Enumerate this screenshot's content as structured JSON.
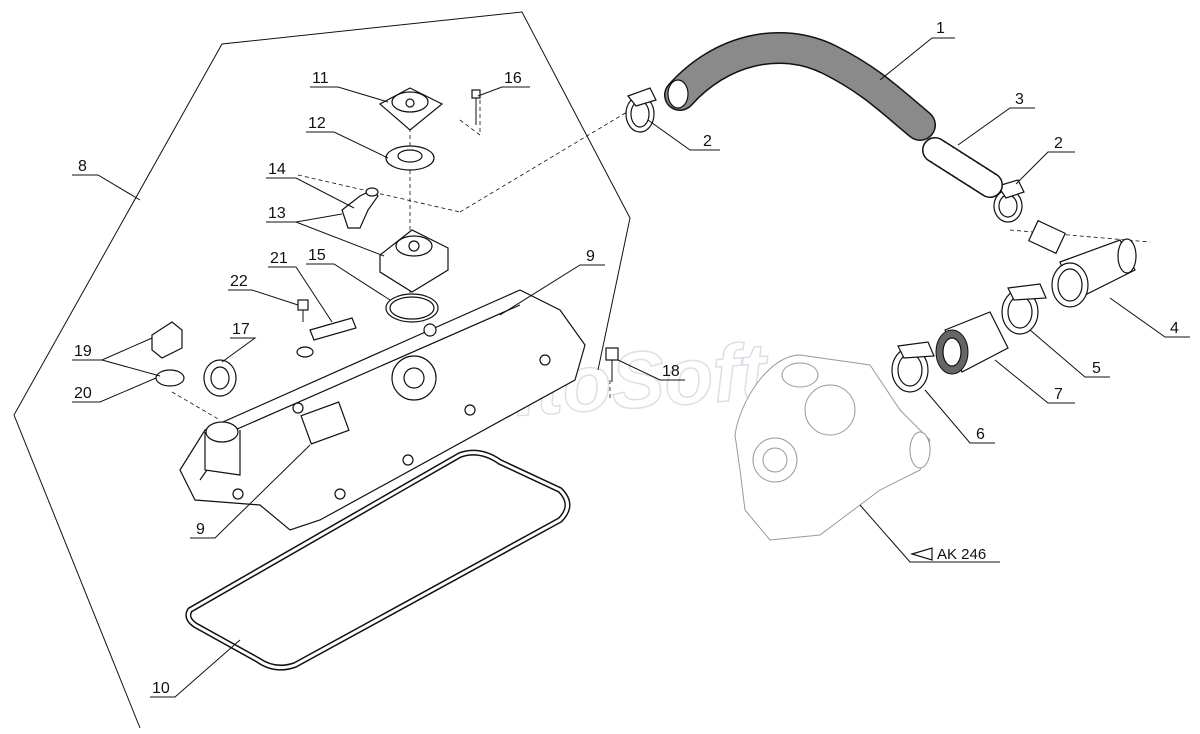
{
  "diagram": {
    "callouts": [
      {
        "id": "c1",
        "label": "1"
      },
      {
        "id": "c2a",
        "label": "2"
      },
      {
        "id": "c2b",
        "label": "2"
      },
      {
        "id": "c3",
        "label": "3"
      },
      {
        "id": "c4",
        "label": "4"
      },
      {
        "id": "c5",
        "label": "5"
      },
      {
        "id": "c6",
        "label": "6"
      },
      {
        "id": "c7",
        "label": "7"
      },
      {
        "id": "c8",
        "label": "8"
      },
      {
        "id": "c9a",
        "label": "9"
      },
      {
        "id": "c9b",
        "label": "9"
      },
      {
        "id": "c10",
        "label": "10"
      },
      {
        "id": "c11",
        "label": "11"
      },
      {
        "id": "c12",
        "label": "12"
      },
      {
        "id": "c13",
        "label": "13"
      },
      {
        "id": "c14",
        "label": "14"
      },
      {
        "id": "c15",
        "label": "15"
      },
      {
        "id": "c16",
        "label": "16"
      },
      {
        "id": "c17",
        "label": "17"
      },
      {
        "id": "c18",
        "label": "18"
      },
      {
        "id": "c19",
        "label": "19"
      },
      {
        "id": "c20",
        "label": "20"
      },
      {
        "id": "c21",
        "label": "21"
      },
      {
        "id": "c22",
        "label": "22"
      }
    ],
    "reference_label": "AK 246",
    "watermark": "AutoSoft"
  }
}
